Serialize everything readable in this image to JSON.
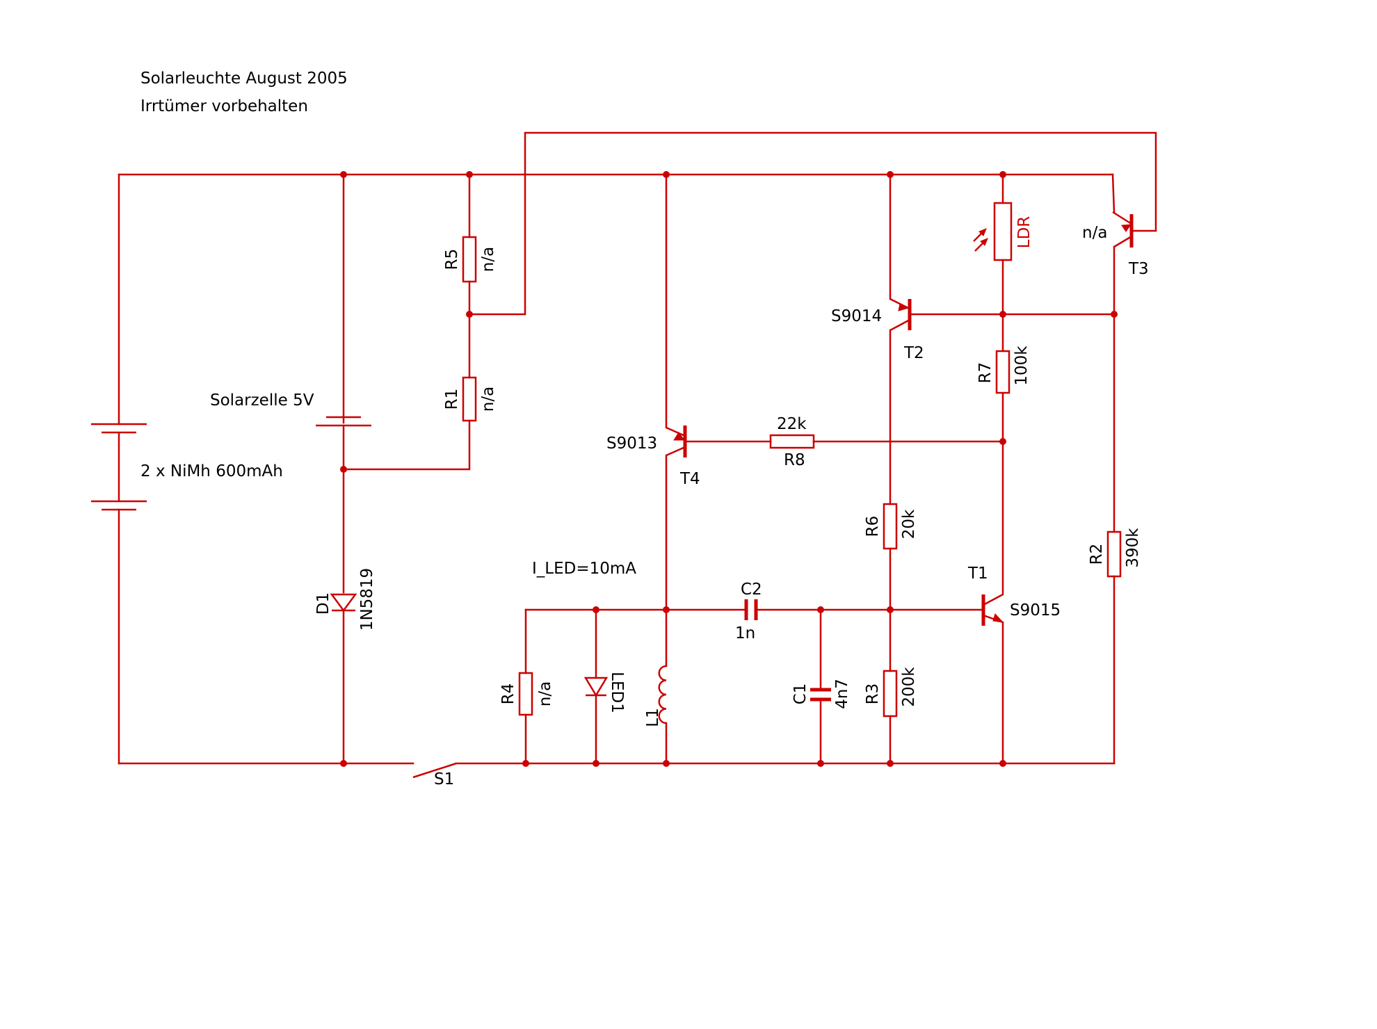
{
  "title_lines": [
    "Solarleuchte August 2005",
    "Irrtümer vorbehalten"
  ],
  "notes": {
    "solar_cell": "Solarzelle 5V",
    "battery": "2 x NiMh 600mAh",
    "led_current": "I_LED=10mA"
  },
  "colors": {
    "wire": "#cc0000",
    "text": "#000000"
  },
  "components": {
    "R5": {
      "ref": "R5",
      "value": "n/a"
    },
    "R1": {
      "ref": "R1",
      "value": "n/a"
    },
    "R2": {
      "ref": "R2",
      "value": "390k"
    },
    "R3": {
      "ref": "R3",
      "value": "200k"
    },
    "R4": {
      "ref": "R4",
      "value": "n/a"
    },
    "R6": {
      "ref": "R6",
      "value": "20k"
    },
    "R7": {
      "ref": "R7",
      "value": "100k"
    },
    "R8": {
      "ref": "R8",
      "value": "22k"
    },
    "C1": {
      "ref": "C1",
      "value": "4n7"
    },
    "C2": {
      "ref": "C2",
      "value": "1n"
    },
    "L1": {
      "ref": "L1"
    },
    "D1": {
      "ref": "D1",
      "value": "1N5819"
    },
    "LED1": {
      "ref": "LED1"
    },
    "LDR": {
      "ref": "LDR"
    },
    "S1": {
      "ref": "S1"
    },
    "T1": {
      "ref": "T1",
      "value": "S9015"
    },
    "T2": {
      "ref": "T2",
      "value": "S9014"
    },
    "T3": {
      "ref": "T3",
      "value": "n/a"
    },
    "T4": {
      "ref": "T4",
      "value": "S9013"
    }
  }
}
